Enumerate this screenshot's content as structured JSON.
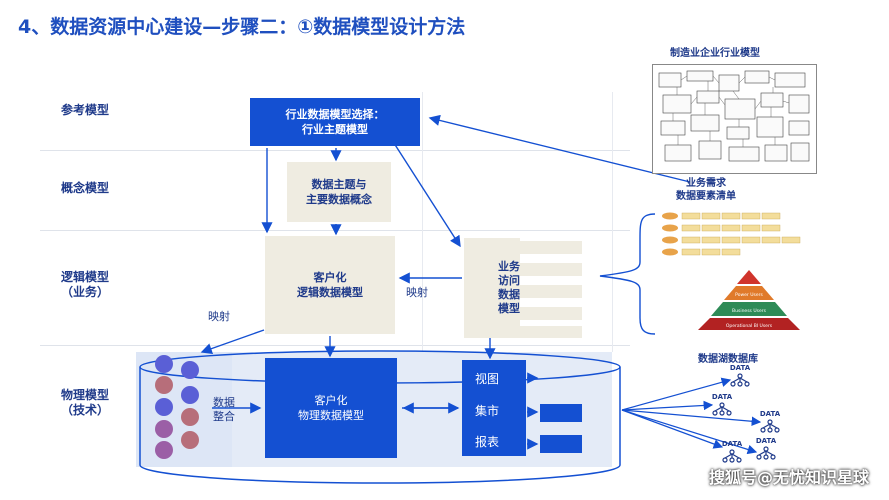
{
  "title": "4、数据资源中心建设—步骤二：①数据模型设计方法",
  "levels": {
    "reference": "参考模型",
    "concept": "概念模型",
    "logical_1": "逻辑模型",
    "logical_2": "（业务）",
    "physical_1": "物理模型",
    "physical_2": "（技术）"
  },
  "boxes": {
    "industry_1": "行业数据模型选择：",
    "industry_2": "行业主题模型",
    "subject_1": "数据主题与",
    "subject_2": "主要数据概念",
    "custom_logical_1": "客户化",
    "custom_logical_2": "逻辑数据模型",
    "access_1": "业务",
    "access_2": "访问",
    "access_3": "数据",
    "access_4": "模型",
    "custom_physical_1": "客户化",
    "custom_physical_2": "物理数据模型",
    "view": "视图",
    "mart": "集市",
    "report": "报表"
  },
  "labels": {
    "mapping_left": "映射",
    "mapping_right": "映射",
    "integration_1": "数据",
    "integration_2": "整合",
    "manufacturing_model": "制造业企业行业模型",
    "requirements_1": "业务需求",
    "requirements_2": "数据要素清单",
    "data_lake": "数据湖数据库",
    "data_icon": "DATA",
    "pyramid_top": "Power Users",
    "pyramid_mid": "Business Users",
    "pyramid_bottom": "Operational BI Users"
  },
  "watermark": "搜狐号@无忧知识星球",
  "colors": {
    "primary": "#1450d2",
    "title": "#1f4fbf",
    "beige": "#efece1",
    "band": "#dde6f6",
    "circle_blue": "#5a5fd6",
    "circle_rose": "#b76e7a",
    "circle_purple": "#9b5fa6"
  }
}
